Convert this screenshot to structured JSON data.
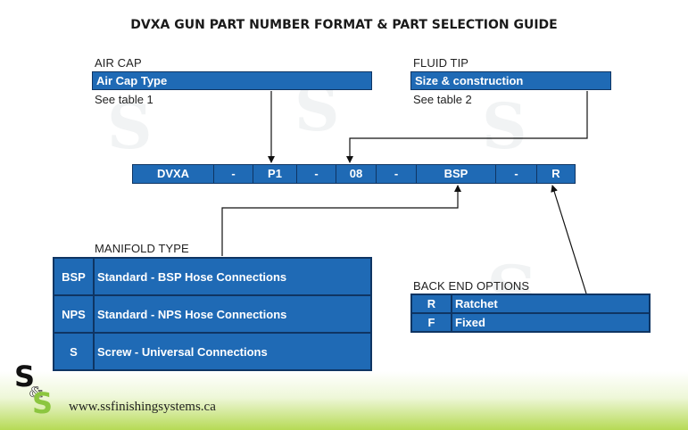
{
  "title": "DVXA GUN PART NUMBER FORMAT & PART SELECTION GUIDE",
  "air_cap": {
    "heading": "AIR CAP",
    "bar_label": "Air Cap Type",
    "note": "See table 1"
  },
  "fluid_tip": {
    "heading": "FLUID TIP",
    "bar_label": "Size & construction",
    "note": "See table 2"
  },
  "part_number": {
    "segments": [
      "DVXA",
      "-",
      "P1",
      "-",
      "08",
      "-",
      "BSP",
      "-",
      "R"
    ]
  },
  "manifold": {
    "heading": "MANIFOLD TYPE",
    "rows": [
      {
        "code": "BSP",
        "desc": "Standard - BSP Hose Connections"
      },
      {
        "code": "NPS",
        "desc": "Standard - NPS Hose Connections"
      },
      {
        "code": "S",
        "desc": "Screw -  Universal Connections"
      }
    ]
  },
  "back_end": {
    "heading": "BACK END OPTIONS",
    "rows": [
      {
        "code": "R",
        "desc": "Ratchet"
      },
      {
        "code": "F",
        "desc": "Fixed"
      }
    ]
  },
  "footer": {
    "url": "www.ssfinishingsystems.ca",
    "logo_text": "S&S",
    "logo_colors": {
      "dark": "#111111",
      "green": "#8cc63f"
    }
  },
  "colors": {
    "cell_fill": "#1f6ab5",
    "cell_border": "#0f3563",
    "text_on_cell": "#ffffff",
    "footer_green": "#b6da55"
  }
}
